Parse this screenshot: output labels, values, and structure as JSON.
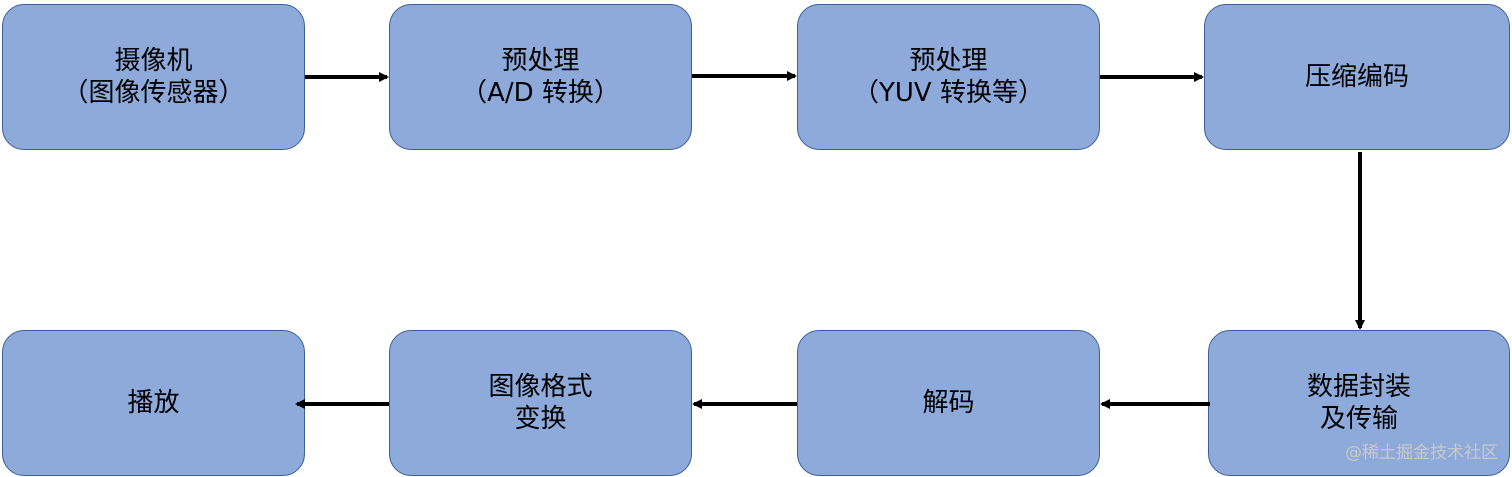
{
  "nodes": {
    "camera": {
      "line1": "摄像机",
      "line2": "（图像传感器）"
    },
    "preprocess_ad": {
      "line1": "预处理",
      "line2": "（A/D 转换）"
    },
    "preprocess_yuv": {
      "line1": "预处理",
      "line2": "（YUV 转换等）"
    },
    "compress": {
      "line1": "压缩编码"
    },
    "package": {
      "line1": "数据封装",
      "line2": "及传输"
    },
    "decode": {
      "line1": "解码"
    },
    "format_convert": {
      "line1": "图像格式",
      "line2": "变换"
    },
    "play": {
      "line1": "播放"
    }
  },
  "watermark": "@稀土掘金技术社区",
  "colors": {
    "box_fill": "#8eaadb",
    "box_border": "#3d5f9a",
    "arrow": "#000000"
  }
}
